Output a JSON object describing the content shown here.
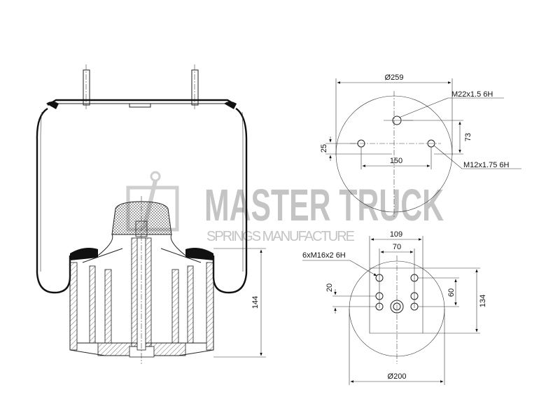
{
  "watermark": {
    "brand": "MASTER TRUCK",
    "tagline": "SPRINGS MANUFACTURE",
    "color": "#c4c4c4"
  },
  "side_view": {
    "height_label": "144"
  },
  "top_plate_view": {
    "diameter_label": "Ø259",
    "center_thread_label": "M22x1.5 6H",
    "side_thread_label": "M12x1.75 6H",
    "hole_spacing_label": "150",
    "offset_label": "25",
    "center_offset_label": "73"
  },
  "piston_base_view": {
    "diameter_label": "Ø200",
    "thread_label": "6xM16x2 6H",
    "outer_width_label": "109",
    "inner_width_label": "70",
    "height_label": "134",
    "hole_span_label": "60",
    "hole_pitch_label": "20"
  }
}
